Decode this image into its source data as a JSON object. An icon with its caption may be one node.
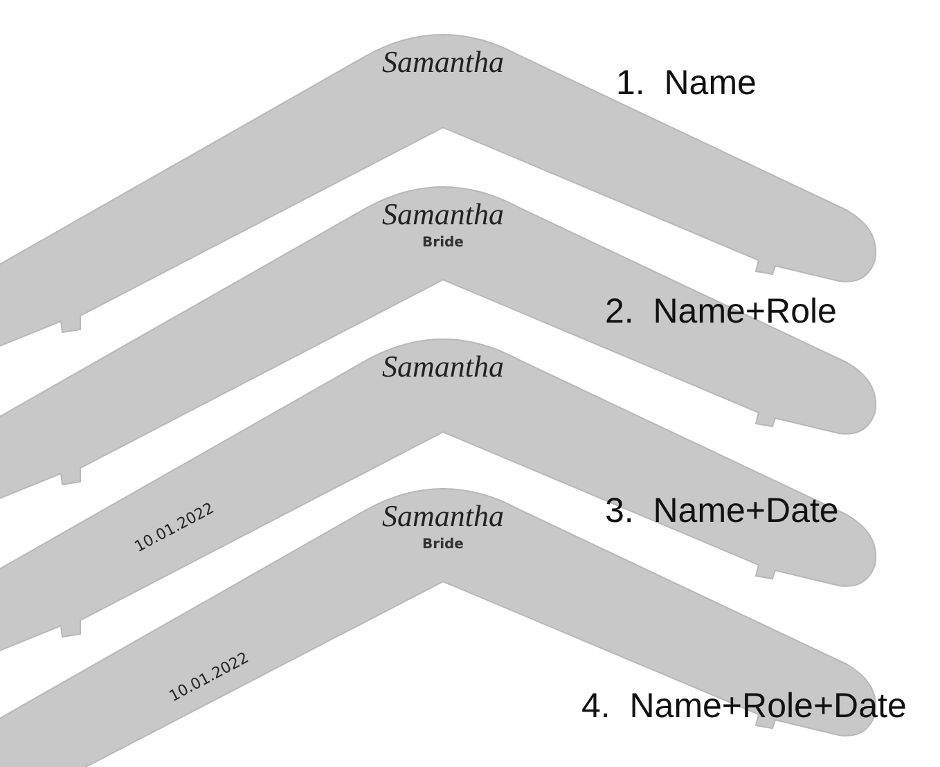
{
  "diagram": {
    "nodes": [
      {
        "text": [
          "Samantha"
        ]
      },
      {
        "text": [
          "Samantha",
          "Bride"
        ]
      },
      {
        "text": [
          "Samantha",
          "10.01.2022"
        ]
      },
      {
        "text": [
          "Samantha",
          "Bride",
          "10.01.2022"
        ]
      }
    ],
    "labels": [
      "1.  Name",
      "2.  Name+Role",
      "3.  Name+Date",
      "4.  Name+Role+Date"
    ]
  }
}
